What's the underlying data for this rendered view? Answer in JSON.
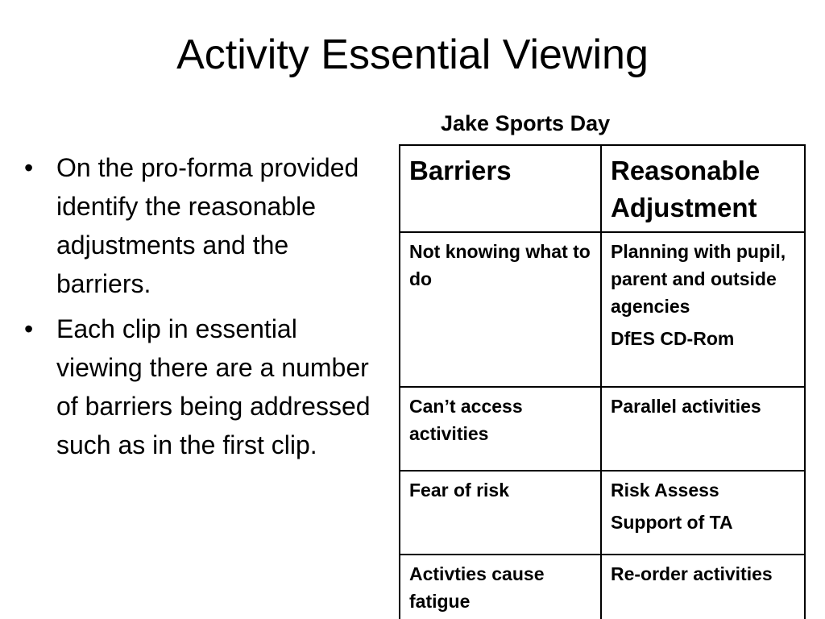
{
  "slide": {
    "title": "Activity Essential Viewing",
    "bullets": [
      "On the pro-forma provided identify the reasonable adjustments and the barriers.",
      "Each clip in essential viewing there are a number of barriers being addressed such as in the first clip."
    ],
    "bullet_glyph": "•"
  },
  "table": {
    "caption": "Jake Sports Day",
    "headers": [
      "Barriers",
      "Reasonable Adjustment"
    ],
    "rows": [
      {
        "barrier": "Not knowing what to do",
        "adjustment": [
          "Planning with pupil, parent and outside agencies",
          "DfES CD-Rom"
        ]
      },
      {
        "barrier": "Can’t access activities",
        "adjustment": [
          "Parallel activities"
        ]
      },
      {
        "barrier": "Fear of risk",
        "adjustment": [
          "Risk Assess",
          "Support of TA"
        ]
      },
      {
        "barrier": "Activties cause fatigue",
        "adjustment": [
          "Re-order activities"
        ]
      }
    ]
  }
}
